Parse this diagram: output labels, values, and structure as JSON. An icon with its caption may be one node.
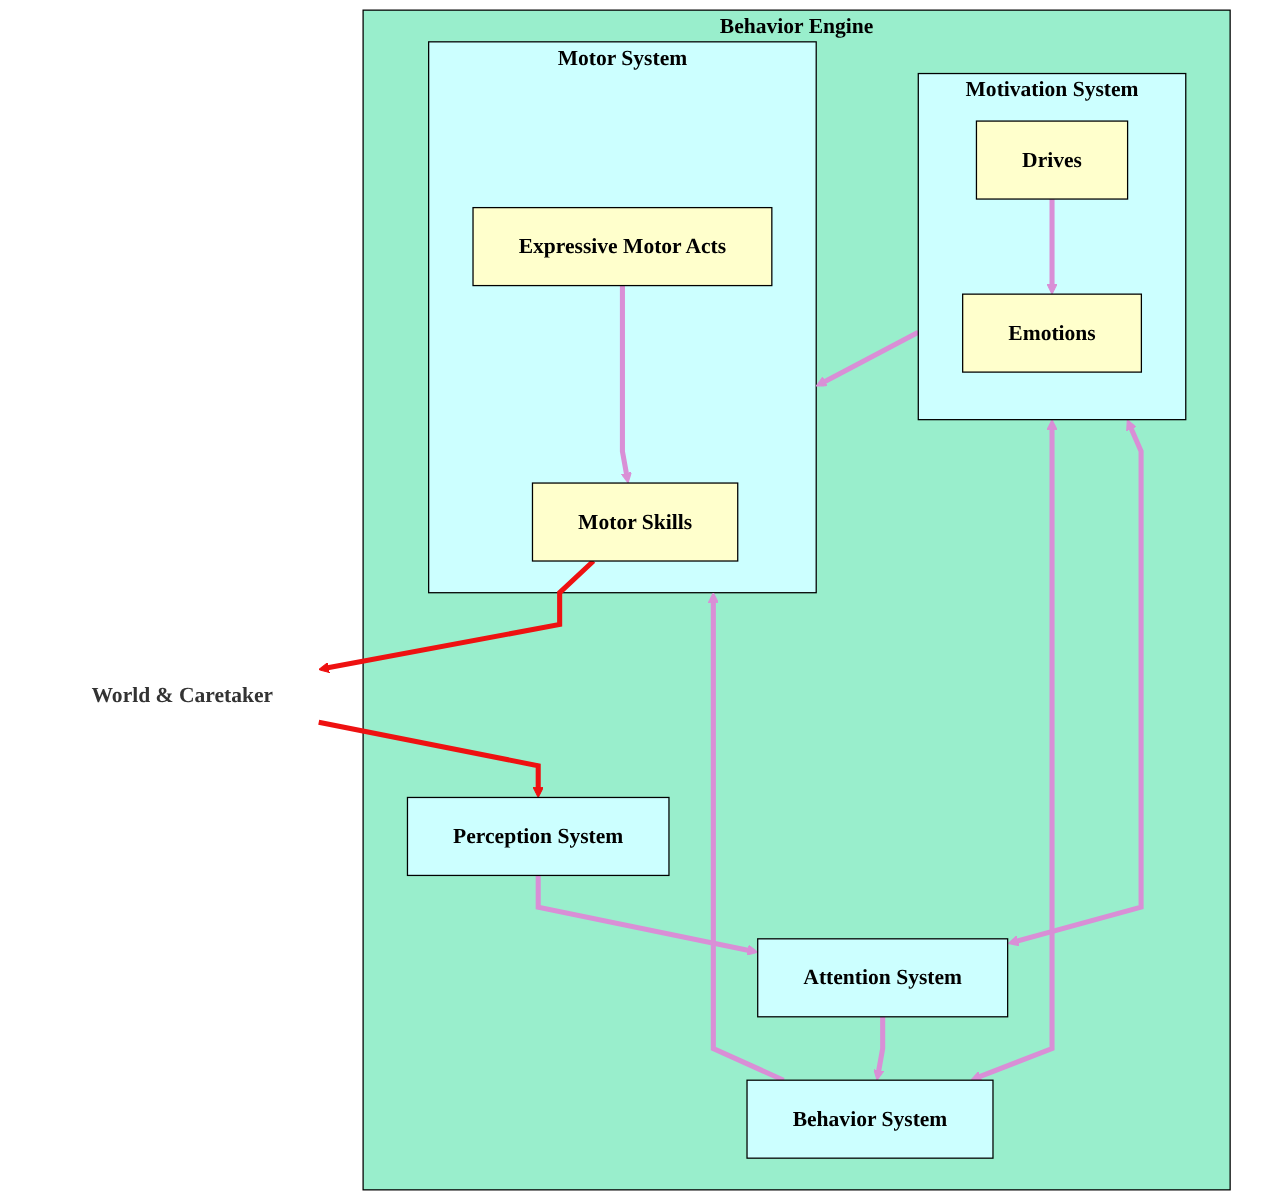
{
  "diagram": {
    "nodes": [
      {
        "text": [
          "World & Caretaker"
        ]
      },
      {
        "text": [
          "Behavior Engine"
        ]
      },
      {
        "text": [
          "Perception System"
        ],
        "in": 1
      },
      {
        "text": [
          "Attention System"
        ],
        "in": 1
      },
      {
        "text": [
          "Motivation System"
        ],
        "in": 1
      },
      {
        "text": [
          "Drives"
        ],
        "in": 4
      },
      {
        "text": [
          "Emotions"
        ],
        "in": 4
      },
      {
        "text": [
          "Behavior System"
        ],
        "in": 1
      },
      {
        "text": [
          "Motor System"
        ],
        "in": 1
      },
      {
        "text": [
          "Motor Skills"
        ],
        "in": 8
      },
      {
        "text": [
          "Expressive Motor Acts"
        ],
        "in": 8
      }
    ],
    "edges": [
      {
        "from": 0,
        "to": 2,
        "arrow": "to",
        "color": "#ee1111"
      },
      {
        "from": 2,
        "to": 3,
        "arrow": "to"
      },
      {
        "from": 3,
        "to": 4,
        "arrow": "both"
      },
      {
        "from": 5,
        "to": 6,
        "arrow": "to"
      },
      {
        "from": 3,
        "to": 7,
        "arrow": "to"
      },
      {
        "from": 7,
        "to": 4,
        "arrow": "both"
      },
      {
        "from": 7,
        "to": 8,
        "arrow": "to"
      },
      {
        "from": 4,
        "to": 8,
        "arrow": "to"
      },
      {
        "from": 10,
        "to": 9,
        "arrow": "to"
      },
      {
        "from": 9,
        "to": 0,
        "arrow": "to",
        "color": "#ee1111"
      }
    ]
  }
}
